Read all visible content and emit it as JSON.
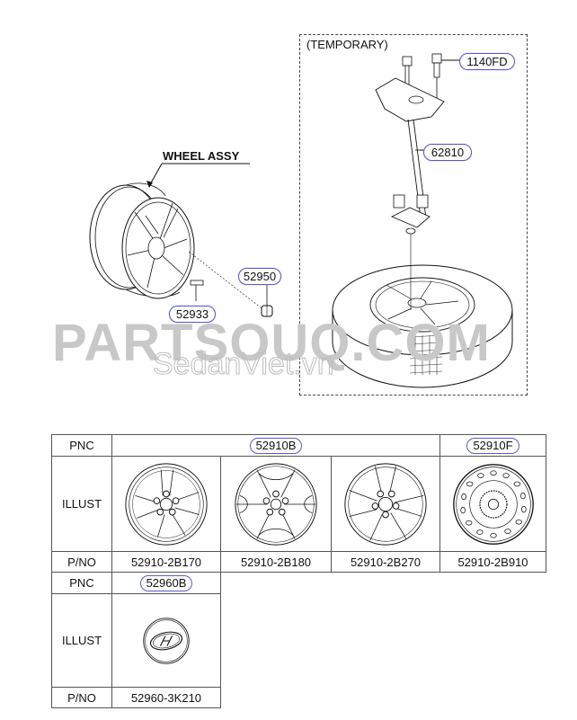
{
  "diagram": {
    "wheel_assy_label": "WHEEL ASSY",
    "temporary_label": "(TEMPORARY)",
    "callouts": {
      "bolt": "1140FD",
      "carrier": "62810",
      "nut": "52950",
      "valve": "52933"
    }
  },
  "watermarks": {
    "primary": "PARTSOUQ.COM",
    "secondary": "SedanViet.vn"
  },
  "table1": {
    "row_labels": {
      "pnc": "PNC",
      "illust": "ILLUST",
      "pno": "P/NO"
    },
    "pnc_groups": [
      {
        "pnc": "52910B",
        "span": 3
      },
      {
        "pnc": "52910F",
        "span": 1
      }
    ],
    "items": [
      {
        "illust": "5-spoke-alloy-wheel",
        "pno": "52910-2B170"
      },
      {
        "illust": "6-spoke-alloy-wheel",
        "pno": "52910-2B180"
      },
      {
        "illust": "5-spoke-split-alloy-wheel",
        "pno": "52910-2B270"
      },
      {
        "illust": "steel-wheel",
        "pno": "52910-2B910"
      }
    ]
  },
  "table2": {
    "row_labels": {
      "pnc": "PNC",
      "illust": "ILLUST",
      "pno": "P/NO"
    },
    "pnc": "52960B",
    "item": {
      "illust": "hub-cap-emblem",
      "pno": "52960-3K210"
    }
  },
  "colors": {
    "callout_border": "#5a5ad2",
    "line": "#111111",
    "watermark": "#c8c8c8"
  }
}
